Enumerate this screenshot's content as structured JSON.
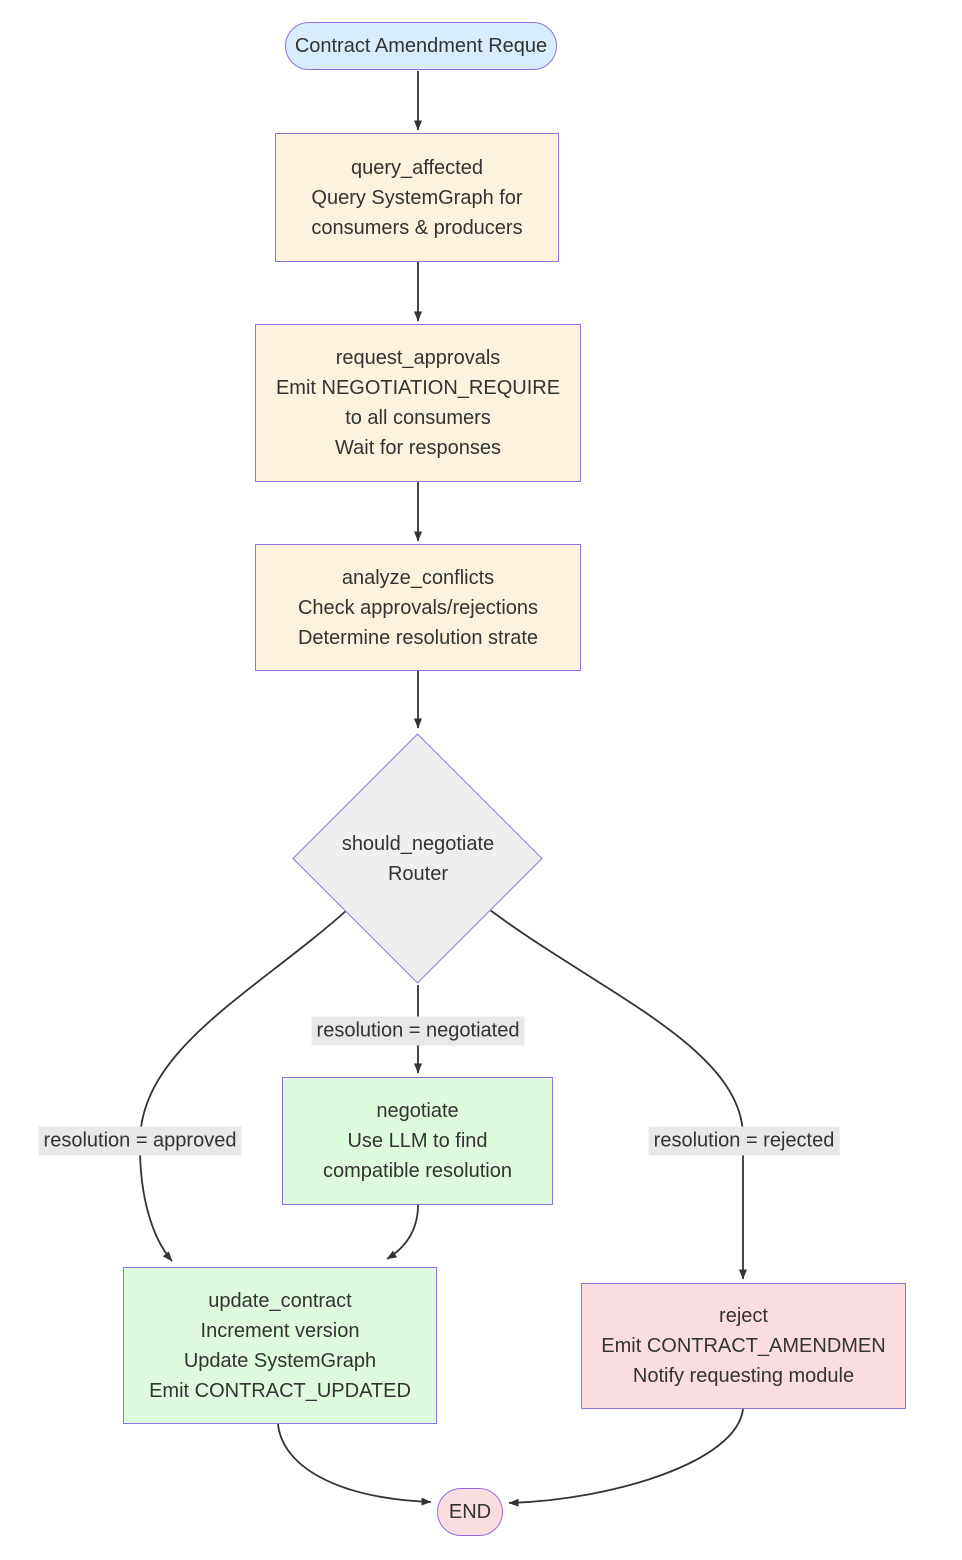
{
  "diagram": {
    "colors": {
      "border_purple": "#9370DB",
      "edge": "#333333",
      "text": "#333333",
      "label_bg": "#e8e8e8",
      "fill_blue": "#d7ecfd",
      "fill_cream": "#fcf2de",
      "fill_green": "#defbde",
      "fill_pink": "#fbdce0",
      "fill_gray": "#efefef"
    },
    "nodes": {
      "start": {
        "lines": [
          "Contract Amendment Reque"
        ]
      },
      "query_affected": {
        "lines": [
          "query_affected",
          "Query SystemGraph for",
          "consumers & producers"
        ]
      },
      "request_approvals": {
        "lines": [
          "request_approvals",
          "Emit NEGOTIATION_REQUIRE",
          "to all consumers",
          "Wait for responses"
        ]
      },
      "analyze_conflicts": {
        "lines": [
          "analyze_conflicts",
          "Check approvals/rejections",
          "Determine resolution strate"
        ]
      },
      "should_negotiate": {
        "lines": [
          "should_negotiate",
          "Router"
        ]
      },
      "negotiate": {
        "lines": [
          "negotiate",
          "Use LLM to find",
          "compatible resolution"
        ]
      },
      "update_contract": {
        "lines": [
          "update_contract",
          "Increment version",
          "Update SystemGraph",
          "Emit CONTRACT_UPDATED"
        ]
      },
      "reject": {
        "lines": [
          "reject",
          "Emit CONTRACT_AMENDMEN",
          "Notify requesting module"
        ]
      },
      "end": {
        "lines": [
          "END"
        ]
      }
    },
    "edge_labels": {
      "negotiated": "resolution = negotiated",
      "approved": "resolution = approved",
      "rejected": "resolution = rejected"
    }
  }
}
